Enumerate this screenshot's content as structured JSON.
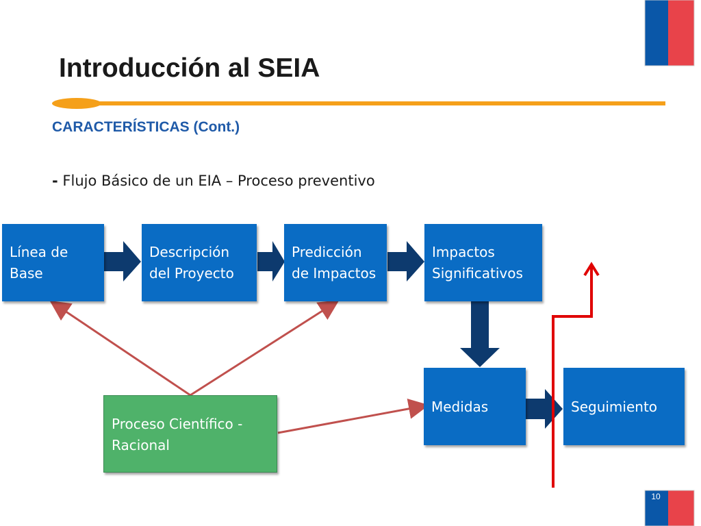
{
  "slide": {
    "title": "Introducción al SEIA",
    "subtitle": "CARACTERÍSTICAS (Cont.)",
    "bullet_dash": "-",
    "bullet_text": "Flujo Básico de un EIA – Proceso preventivo",
    "page_number": "10"
  },
  "diagram": {
    "nodes": {
      "linea_base": [
        "Línea de",
        "Base"
      ],
      "descripcion": [
        "Descripción",
        "del Proyecto"
      ],
      "prediccion": [
        "Predicción",
        "de Impactos"
      ],
      "impactos": [
        "Impactos",
        "Significativos"
      ],
      "medidas": [
        "Medidas"
      ],
      "seguimiento": [
        "Seguimiento"
      ],
      "proceso": [
        "Proceso Científico -",
        "Racional"
      ]
    }
  },
  "colors": {
    "box_blue": "#0a6cc4",
    "box_green": "#4fb26a",
    "arrow_navy": "#0d3a6e",
    "arrow_red_light": "#c0504d",
    "arrow_red": "#e00000",
    "accent_orange": "#f5a01a",
    "title_blue": "#1f5aa8"
  }
}
